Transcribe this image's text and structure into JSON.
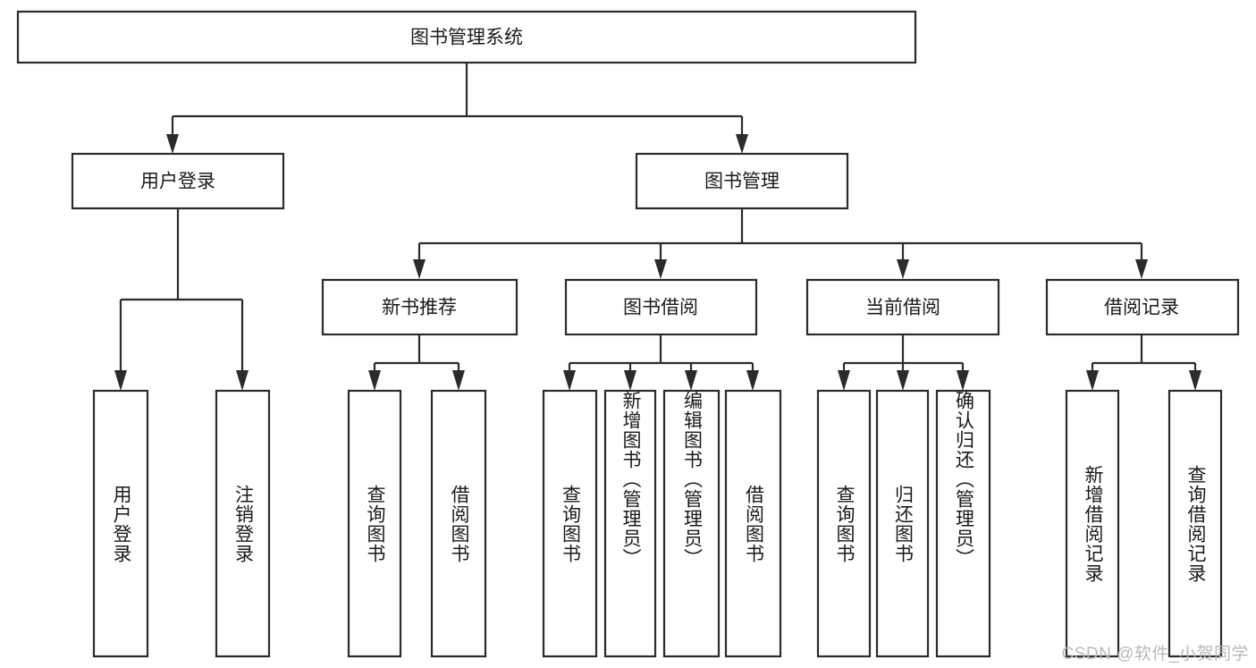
{
  "diagram": {
    "type": "tree",
    "title": "图书管理系统",
    "watermark": "CSDN @软件_小贺同学",
    "colors": {
      "box_stroke": "#2b2b2b",
      "box_fill": "#ffffff",
      "text": "#1a1a1a",
      "background": "#ffffff",
      "watermark": "#b9b9b9"
    },
    "root": {
      "label": "图书管理系统"
    },
    "level2": [
      {
        "label": "用户登录"
      },
      {
        "label": "图书管理"
      }
    ],
    "level3": [
      {
        "label": "新书推荐"
      },
      {
        "label": "图书借阅"
      },
      {
        "label": "当前借阅"
      },
      {
        "label": "借阅记录"
      }
    ],
    "leaves": [
      {
        "label": "用户登录",
        "parent": "用户登录"
      },
      {
        "label": "注销登录",
        "parent": "用户登录"
      },
      {
        "label": "查询图书",
        "parent": "新书推荐"
      },
      {
        "label": "借阅图书",
        "parent": "新书推荐"
      },
      {
        "label": "查询图书",
        "parent": "图书借阅"
      },
      {
        "label": "新增图书（管理员）",
        "parent": "图书借阅"
      },
      {
        "label": "编辑图书（管理员）",
        "parent": "图书借阅"
      },
      {
        "label": "借阅图书",
        "parent": "图书借阅"
      },
      {
        "label": "查询图书",
        "parent": "当前借阅"
      },
      {
        "label": "归还图书",
        "parent": "当前借阅"
      },
      {
        "label": "确认归还（管理员）",
        "parent": "当前借阅"
      },
      {
        "label": "新增借阅记录",
        "parent": "借阅记录"
      },
      {
        "label": "查询借阅记录",
        "parent": "借阅记录"
      }
    ]
  }
}
